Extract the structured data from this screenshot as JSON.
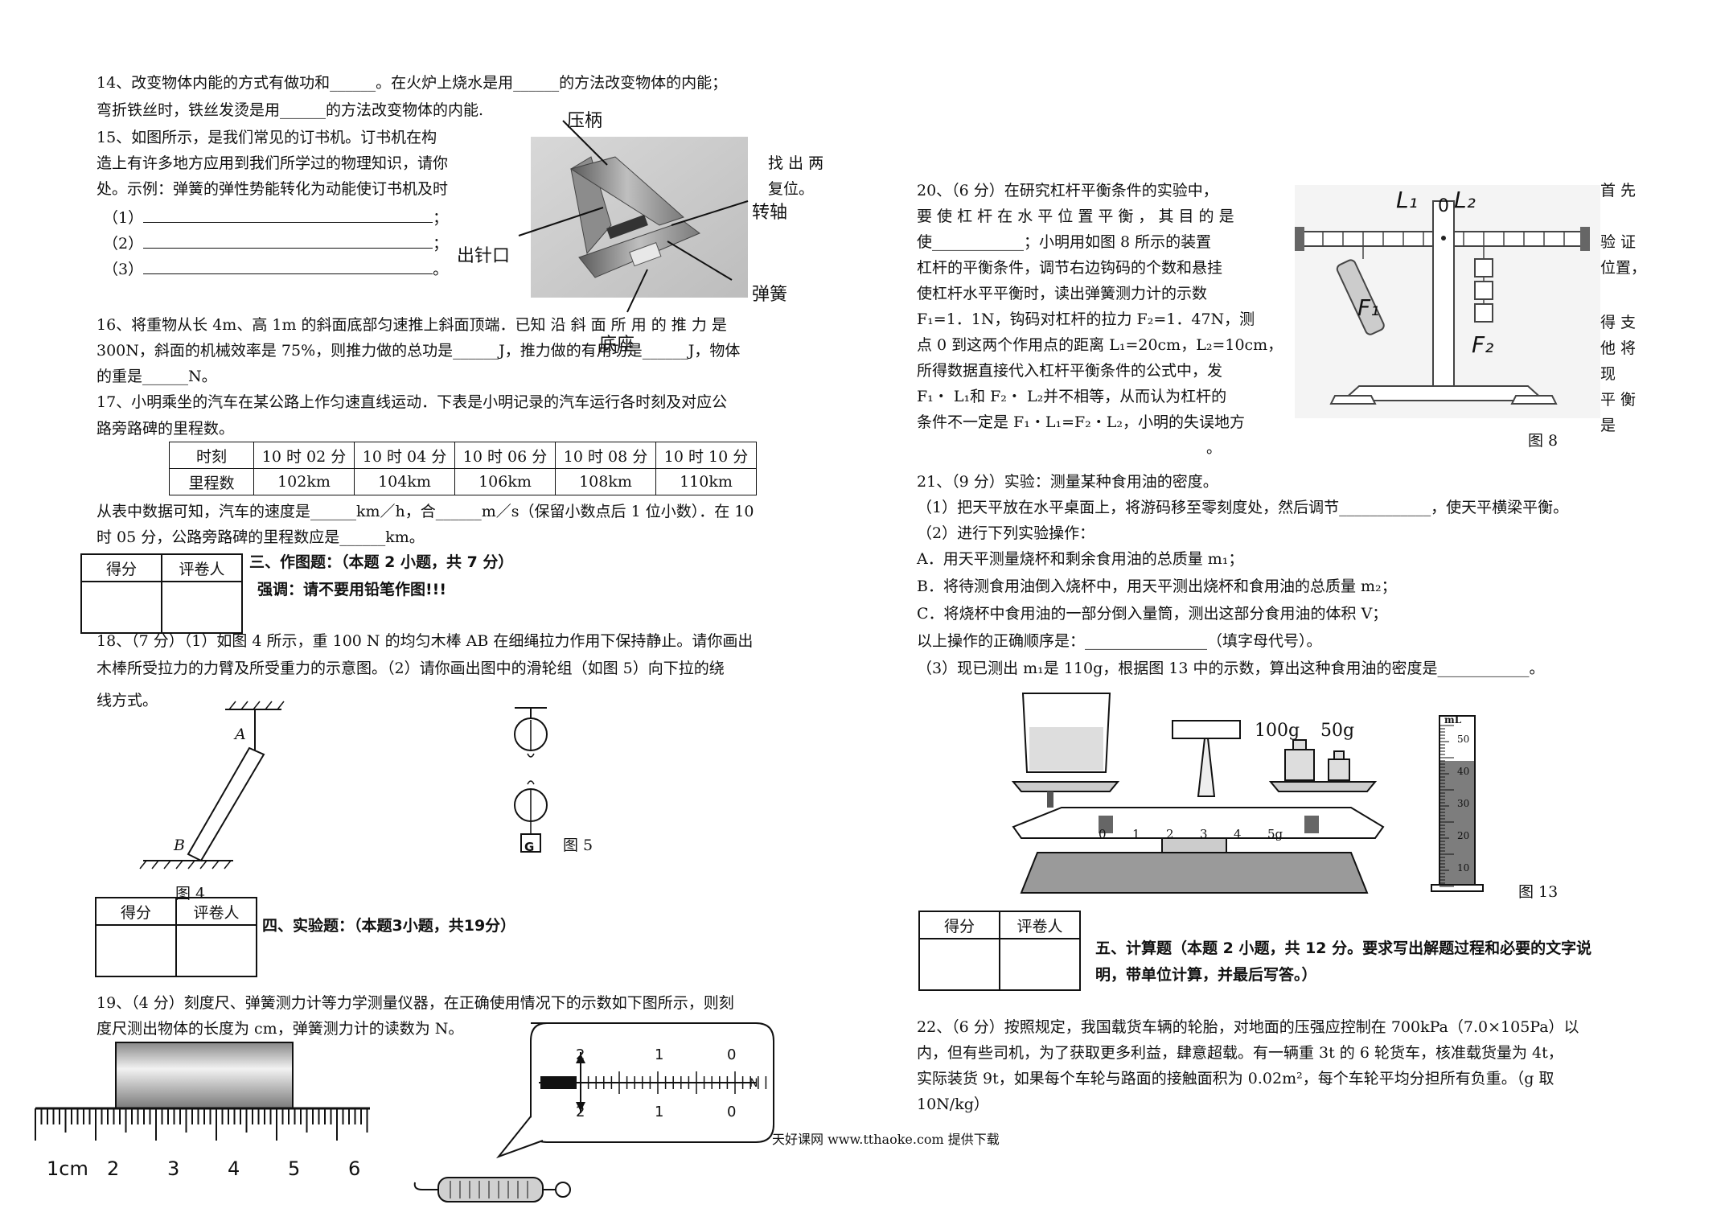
{
  "q14": {
    "line1": "14、改变物体内能的方式有做功和______。在火炉上烧水是用______的方法改变物体的内能；",
    "line2": "弯折铁丝时，铁丝发烫是用______的方法改变物体的内能."
  },
  "q15": {
    "line1": "15、如图所示，是我们常见的订书机。订书机在构",
    "line2": "造上有许多地方应用到我们所学过的物理知识，请你",
    "line3": "处。示例：弹簧的弹性势能转化为动能使订书机及时",
    "right1": "找 出 两",
    "right2": "复位。",
    "item1": "（1）",
    "item2": "（2）",
    "item3": "（3）",
    "end1": "；",
    "end2": "；",
    "end3": "。",
    "labels": {
      "handle": "压柄",
      "pivot": "转轴",
      "outlet": "出针口",
      "spring": "弹簧",
      "base": "底座"
    }
  },
  "q16": {
    "line1": "16、将重物从长 4m、高 1m 的斜面底部匀速推上斜面顶端．已知    沿 斜 面 所 用 的 推 力 是",
    "line2": "300N，斜面的机械效率是 75%，则推力做的总功是______J，推力做的有用功是______J，物体",
    "line3": "的重是______N。"
  },
  "q17": {
    "line1": "17、小明乘坐的汽车在某公路上作匀速直线运动．下表是小明记录的汽车运行各时刻及对应公",
    "line2": "路旁路碑的里程数。",
    "table": {
      "header": [
        "时刻",
        "10 时 02 分",
        "10 时 04 分",
        "10 时 06 分",
        "10 时 08 分",
        "10 时 10 分"
      ],
      "row": [
        "里程数",
        "102km",
        "104km",
        "106km",
        "108km",
        "110km"
      ]
    },
    "after1": "从表中数据可知，汽车的速度是______km／h，合______m／s（保留小数点后 1 位小数）．在 10",
    "after2": "时 05 分，公路旁路碑的里程数应是______km。"
  },
  "score_box": {
    "c1": "得分",
    "c2": "评卷人"
  },
  "sec3": {
    "title": "三、作图题：（本题 2 小题，共 7 分）",
    "note": "强调：请不要用铅笔作图!!!"
  },
  "q18": {
    "line1": "18、（7 分）（1）如图 4 所示，重 100 N 的均匀木棒 AB 在细绳拉力作用下保持静止。请你画出",
    "line2": "木棒所受拉力的力臂及所受重力的示意图。（2）请你画出图中的滑轮组（如图 5）向下拉的绕",
    "line3": "线方式。",
    "fig4_label": "图 4",
    "fig5_label": "图 5",
    "point_a": "A",
    "point_b": "B",
    "weight_g": "G"
  },
  "sec4": {
    "title": "四、实验题：（本题3小题，共19分）"
  },
  "q19": {
    "line1": "19、（4 分）刻度尺、弹簧测力计等力学测量仪器，在正确使用情况下的示数如下图所示，则刻",
    "line2": "度尺测出物体的长度为        cm，弹簧测力计的读数为         N。",
    "ruler_labels": [
      "1cm",
      "2",
      "3",
      "4",
      "5",
      "6"
    ],
    "meter_top": [
      "2",
      "1",
      "0"
    ],
    "meter_bottom": [
      "2",
      "1",
      "0"
    ],
    "meter_unit": "N"
  },
  "watermark": "天好课网 www.tthaoke.com 提供下载",
  "q20": {
    "line1": "20、（6 分）在研究杠杆平衡条件的实验中，",
    "line2": "要 使 杠 杆 在 水 平 位 置 平 衡 ， 其 目 的 是",
    "line3": "使____________；小明用如图 8 所示的装置",
    "line4": "杠杆的平衡条件，调节右边钩码的个数和悬挂",
    "line5": "使杠杆水平平衡时，读出弹簧测力计的示数",
    "line6": "F₁=1．1N，钩码对杠杆的拉力 F₂=1．47N，测",
    "line7": "点 0 到这两个作用点的距离 L₁=20cm，L₂=10cm，",
    "line8": "所得数据直接代入杠杆平衡条件的公式中，发",
    "line9": "F₁・ L₁和 F₂・ L₂并不相等，从而认为杠杆的",
    "line10": "条件不一定是 F₁・L₁=F₂・L₂，小明的失误地方",
    "line11": "。",
    "right": [
      "首 先",
      "验 证",
      "位置，",
      "得 支",
      "他 将",
      "现",
      "平 衡",
      "是"
    ],
    "fig8_label": "图 8",
    "fig_l1": "L₁",
    "fig_l2": "L₂",
    "fig_0": "0",
    "fig_f1": "F₁",
    "fig_f2": "F₂"
  },
  "q21": {
    "line1": "21、（9 分）实验：测量某种食用油的密度。",
    "line2": "（1）把天平放在水平桌面上，将游码移至零刻度处，然后调节____________，使天平横梁平衡。",
    "line3": "（2）进行下列实验操作：",
    "lineA": "A．用天平测量烧杯和剩余食用油的总质量 m₁；",
    "lineB": "B．将待测食用油倒入烧杯中，用天平测出烧杯和食用油的总质量 m₂；",
    "lineC": "C．将烧杯中食用油的一部分倒入量筒，测出这部分食用油的体积 V；",
    "order": "以上操作的正确顺序是：________________（填字母代号）。",
    "line4": "（3）现已测出 m₁是 110g，根据图 13 中的示数，算出这种食用油的密度是____________。",
    "w100": "100g",
    "w50": "50g",
    "scale": [
      "0",
      "1",
      "2",
      "3",
      "4",
      "5g"
    ],
    "cyl_unit": "mL",
    "cyl_ticks": [
      "50",
      "40",
      "30",
      "20",
      "10"
    ],
    "fig13_label": "图 13"
  },
  "sec5": {
    "line1": "五、计算题（本题 2 小题，共 12 分。要求写出解题过程和必要的文字说",
    "line2": "明，带单位计算，并最后写答。）"
  },
  "q22": {
    "line1": "22、（6 分）按照规定，我国载货车辆的轮胎，对地面的压强应控制在 700kPa（7.0×105Pa）以",
    "line2": "内，但有些司机，为了获取更多利益，肆意超载。有一辆重 3t 的 6 轮货车，核准载货量为 4t，",
    "line3": "实际装货 9t，如果每个车轮与路面的接触面积为 0.02m²，每个车轮平均分担所有负重。（g 取",
    "line4": "10N/kg）"
  }
}
